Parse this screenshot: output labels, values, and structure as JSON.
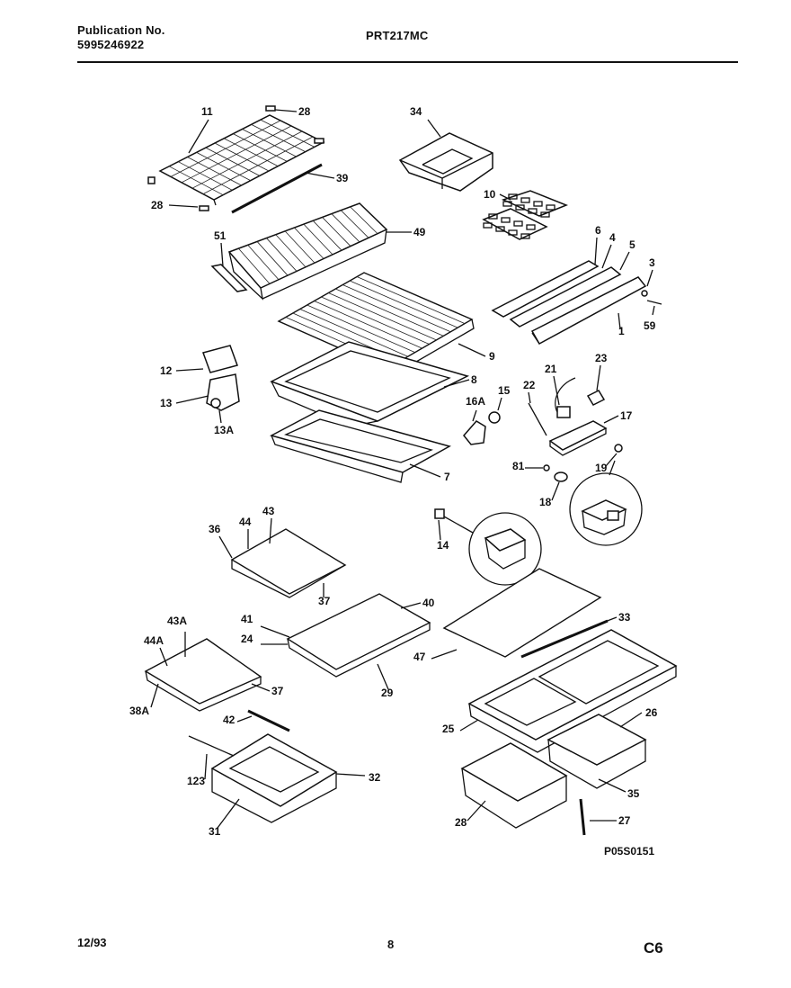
{
  "header": {
    "publication_label": "Publication No.",
    "publication_number": "5995246922",
    "model": "PRT217MC"
  },
  "footer": {
    "date": "12/93",
    "page": "8",
    "code": "C6"
  },
  "diagram": {
    "figure_id": "P05S0151",
    "callouts": [
      "11",
      "28",
      "39",
      "28",
      "34",
      "10",
      "49",
      "51",
      "6",
      "4",
      "5",
      "3",
      "59",
      "1",
      "9",
      "8",
      "12",
      "13",
      "13A",
      "16A",
      "15",
      "22",
      "21",
      "23",
      "17",
      "19",
      "81",
      "18",
      "7",
      "14",
      "36",
      "44",
      "43",
      "37",
      "41",
      "24",
      "40",
      "29",
      "47",
      "33",
      "43A",
      "44A",
      "38A",
      "37",
      "42",
      "123",
      "32",
      "31",
      "25",
      "26",
      "35",
      "28",
      "27"
    ]
  }
}
